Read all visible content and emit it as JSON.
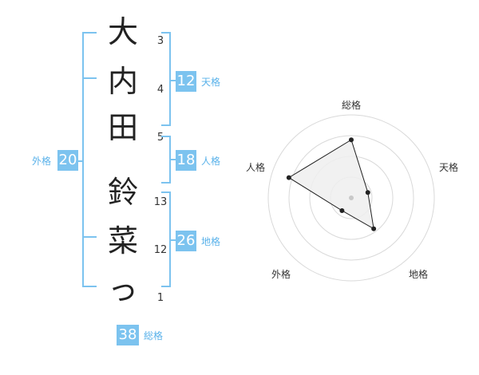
{
  "name": {
    "characters": [
      {
        "char": "大",
        "strokes": "3"
      },
      {
        "char": "内",
        "strokes": "4"
      },
      {
        "char": "田",
        "strokes": "5"
      },
      {
        "char": "鈴",
        "strokes": "13"
      },
      {
        "char": "菜",
        "strokes": "12"
      },
      {
        "char": "っ",
        "strokes": "1"
      }
    ]
  },
  "kakusu": {
    "tenkaku": {
      "value": "12",
      "label": "天格"
    },
    "jinkaku": {
      "value": "18",
      "label": "人格"
    },
    "chikaku": {
      "value": "26",
      "label": "地格"
    },
    "gaikaku": {
      "value": "20",
      "label": "外格"
    },
    "soukaku": {
      "value": "38",
      "label": "総格"
    }
  },
  "colors": {
    "accent": "#7cc3ef",
    "accent_text": "#5ab2ea",
    "radar_fill": "#eeeeee",
    "ring": "#d9d9d9"
  },
  "chart_data": {
    "type": "radar",
    "axes": [
      "総格",
      "天格",
      "地格",
      "外格",
      "人格"
    ],
    "values": [
      0.7,
      0.21,
      0.46,
      0.19,
      0.79
    ],
    "rings": 4
  }
}
